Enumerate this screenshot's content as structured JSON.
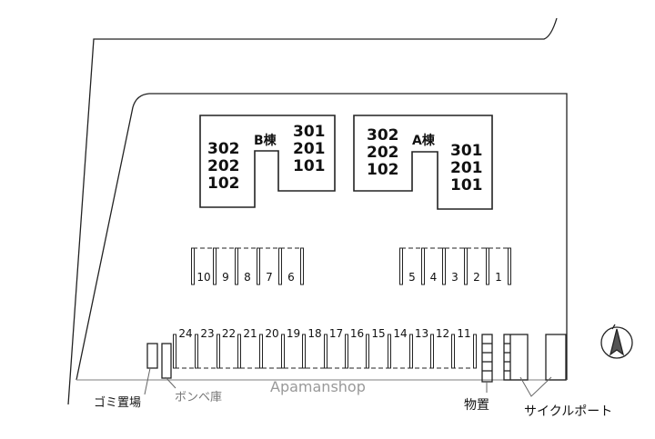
{
  "buildings": {
    "b": {
      "name": "B棟",
      "left_units": [
        "302",
        "202",
        "102"
      ],
      "right_units": [
        "301",
        "201",
        "101"
      ]
    },
    "a": {
      "name": "A棟",
      "left_units": [
        "302",
        "202",
        "102"
      ],
      "right_units": [
        "301",
        "201",
        "101"
      ]
    }
  },
  "parking": {
    "row_b": [
      "10",
      "9",
      "8",
      "7",
      "6"
    ],
    "row_a": [
      "5",
      "4",
      "3",
      "2",
      "1"
    ],
    "row_bottom": [
      "24",
      "23",
      "22",
      "21",
      "20",
      "19",
      "18",
      "17",
      "16",
      "15",
      "14",
      "13",
      "12",
      "11"
    ]
  },
  "labels": {
    "garbage": "ゴミ置場",
    "gas_cylinder": "ボンベ庫",
    "storage": "物置",
    "cycle_port": "サイクルポート",
    "watermark": "Apamanshop"
  }
}
